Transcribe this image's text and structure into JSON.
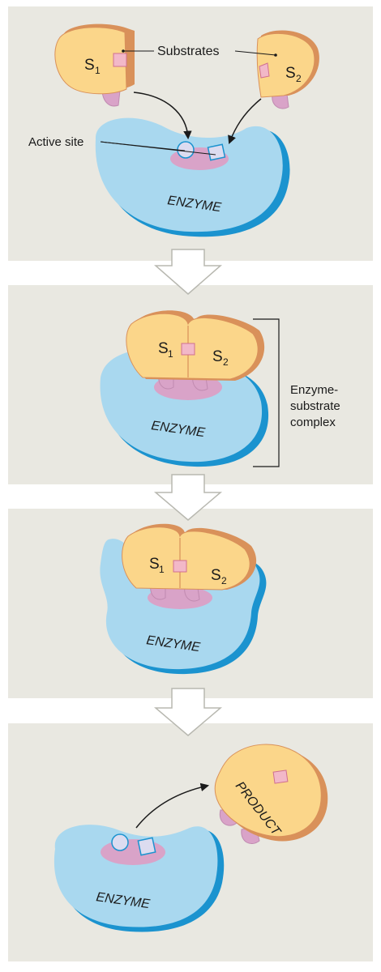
{
  "panels": [
    {
      "labels": {
        "substrates": "Substrates",
        "active_site": "Active site"
      },
      "enzyme": "ENZYME",
      "substrate_1": {
        "letter": "S",
        "sub": "1"
      },
      "substrate_2": {
        "letter": "S",
        "sub": "2"
      }
    },
    {
      "enzyme": "ENZYME",
      "substrate_1": {
        "letter": "S",
        "sub": "1"
      },
      "substrate_2": {
        "letter": "S",
        "sub": "2"
      },
      "complex_label": [
        "Enzyme-",
        "substrate",
        "complex"
      ]
    },
    {
      "enzyme": "ENZYME",
      "substrate_1": {
        "letter": "S",
        "sub": "1"
      },
      "substrate_2": {
        "letter": "S",
        "sub": "2"
      }
    },
    {
      "enzyme": "ENZYME",
      "product": "PRODUCT"
    }
  ],
  "colors": {
    "panel_bg": "#e9e8e1",
    "enzyme_fill": "#a9d8ef",
    "enzyme_edge": "#1b93cf",
    "substrate_fill": "#fbd68a",
    "substrate_edge": "#d9915a",
    "pocket": "#d9a3c8"
  }
}
